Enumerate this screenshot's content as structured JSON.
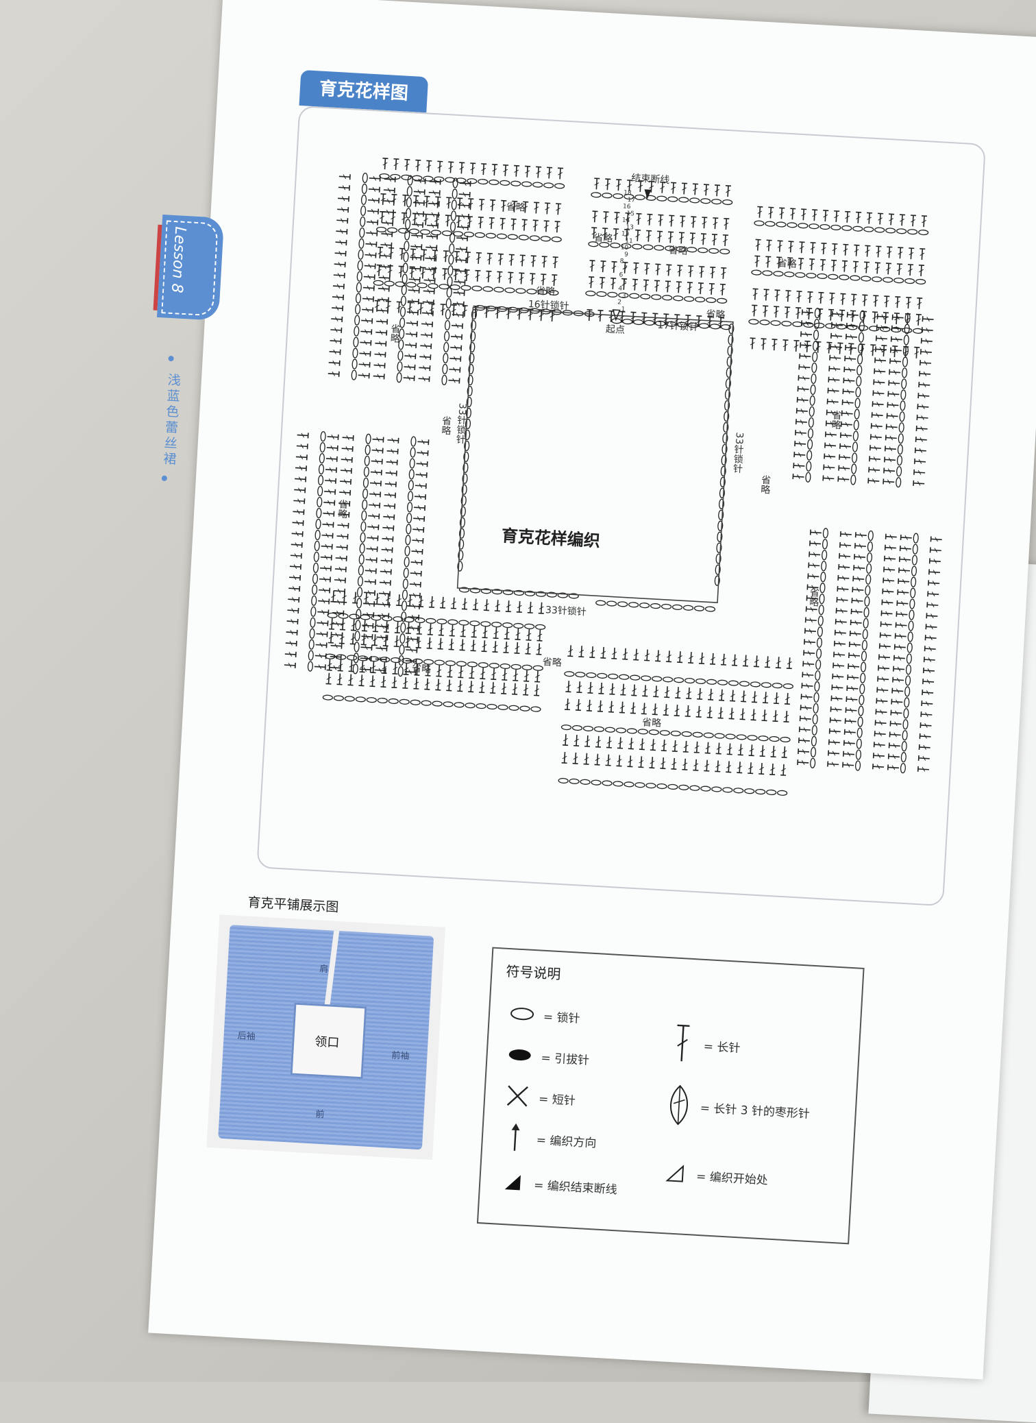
{
  "section": {
    "title": "育克花样图"
  },
  "lesson": {
    "label": "Lesson 8",
    "series_title": "浅蓝色蕾丝裙"
  },
  "diagram": {
    "center_label": "育克花样编织",
    "end_label": "结束断线",
    "start_label": "起点",
    "omit_label": "省略",
    "chain_16": "16针锁针",
    "chain_17": "17针锁针",
    "chain_33": "33针锁针",
    "row_numbers": [
      "18",
      "17",
      "16",
      "15",
      "14",
      "13",
      "12",
      "11",
      "10",
      "9",
      "8",
      "7",
      "6",
      "5",
      "4",
      "3",
      "2",
      "1"
    ]
  },
  "photo": {
    "title": "育克平铺展示图",
    "neck": "领口",
    "shoulder": "肩",
    "left_sleeve": "后袖",
    "right_sleeve": "前袖",
    "front": "前"
  },
  "legend": {
    "title": "符号说明",
    "items": [
      {
        "icon": "chain-stitch-icon",
        "label": "= 锁针"
      },
      {
        "icon": "slip-stitch-icon",
        "label": "= 引拔针"
      },
      {
        "icon": "single-crochet-icon",
        "label": "= 短针"
      },
      {
        "icon": "knit-direction-icon",
        "label": "= 编织方向"
      },
      {
        "icon": "end-cut-icon",
        "label": "= 编织结束断线"
      },
      {
        "icon": "double-crochet-icon",
        "label": "= 长针"
      },
      {
        "icon": "cluster-stitch-icon",
        "label": "= 长针 3 针的枣形针"
      },
      {
        "icon": "start-point-icon",
        "label": "= 编织开始处"
      }
    ]
  },
  "colors": {
    "accent": "#4a83c7",
    "yarn": "#8aa8de"
  }
}
